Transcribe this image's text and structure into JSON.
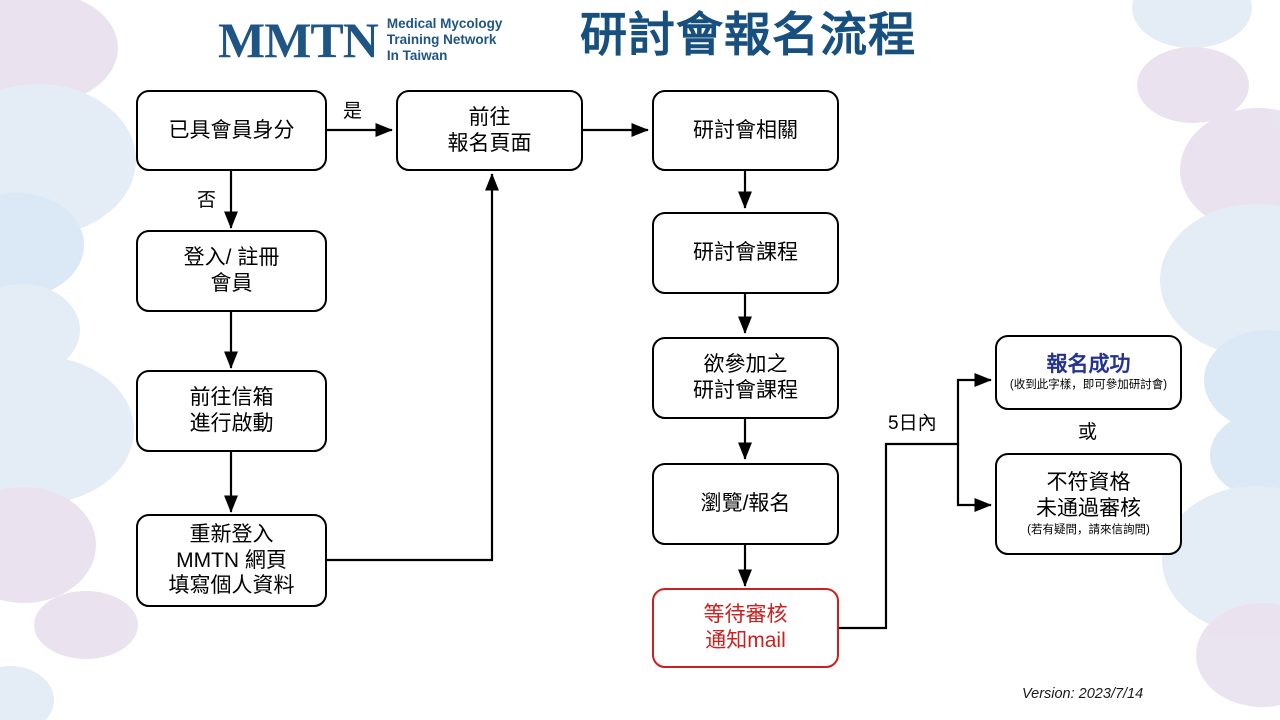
{
  "header": {
    "logo_mark": "MMTN",
    "logo_lines": [
      "Medical Mycology",
      "Training Network",
      "In Taiwan"
    ],
    "title": "研討會報名流程",
    "version": "Version: 2023/7/14"
  },
  "colors": {
    "brand_blue": "#1F5584",
    "title_blue": "#17507F",
    "success_blue": "#24338E",
    "alert_red": "#CC2020",
    "outline": "#000000",
    "bg_circle_purple": "#D9CCE3",
    "bg_circle_blue": "#CFE0F0"
  },
  "flow": {
    "nodes": [
      {
        "id": "member-check",
        "lines": [
          "已具會員身分"
        ]
      },
      {
        "id": "login-register",
        "lines": [
          "登入/ 註冊",
          "會員"
        ]
      },
      {
        "id": "mailbox-activate",
        "lines": [
          "前往信箱",
          "進行啟動"
        ]
      },
      {
        "id": "relogin-profile",
        "lines": [
          "重新登入",
          "MMTN 網頁",
          "填寫個人資料"
        ]
      },
      {
        "id": "goto-signup",
        "lines": [
          "前往",
          "報名頁面"
        ]
      },
      {
        "id": "seminar-related",
        "lines": [
          "研討會相關"
        ]
      },
      {
        "id": "seminar-course",
        "lines": [
          "研討會課程"
        ]
      },
      {
        "id": "desired-course",
        "lines": [
          "欲參加之",
          "研討會課程"
        ]
      },
      {
        "id": "browse-signup",
        "lines": [
          "瀏覽/報名"
        ]
      },
      {
        "id": "await-review",
        "lines": [
          "等待審核",
          "通知mail"
        ],
        "style": "red"
      },
      {
        "id": "signup-success",
        "lines": [
          "報名成功"
        ],
        "note": "(收到此字樣，即可參加研討會)",
        "style": "success"
      },
      {
        "id": "not-qualified",
        "lines": [
          "不符資格",
          "未通過審核"
        ],
        "note": "(若有疑問，請來信詢問)"
      }
    ],
    "edge_labels": [
      {
        "id": "yes",
        "text": "是"
      },
      {
        "id": "no",
        "text": "否"
      },
      {
        "id": "within-5d",
        "text": "5日內"
      },
      {
        "id": "or",
        "text": "或"
      }
    ]
  }
}
